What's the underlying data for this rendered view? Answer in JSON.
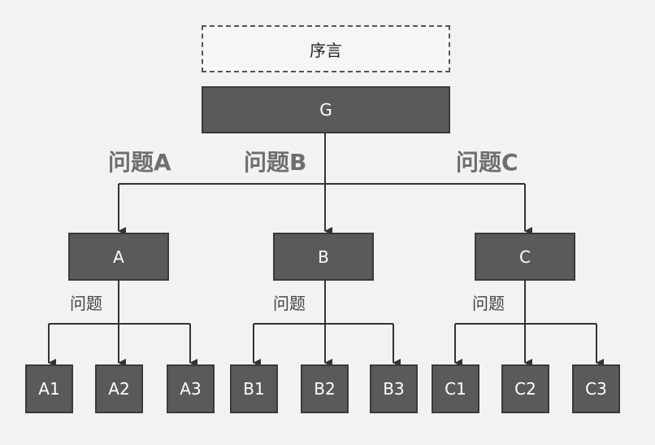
{
  "preface": "序言",
  "root": "G",
  "questions": [
    "问题A",
    "问题B",
    "问题C"
  ],
  "level1": [
    "A",
    "B",
    "C"
  ],
  "sub_question": "问题",
  "leaves": [
    "A1",
    "A2",
    "A3",
    "B1",
    "B2",
    "B3",
    "C1",
    "C2",
    "C3"
  ],
  "colors": {
    "box": "#5a5a5a",
    "line": "#333333",
    "label": "#6e6e6e",
    "background": "#f2f2f2"
  }
}
